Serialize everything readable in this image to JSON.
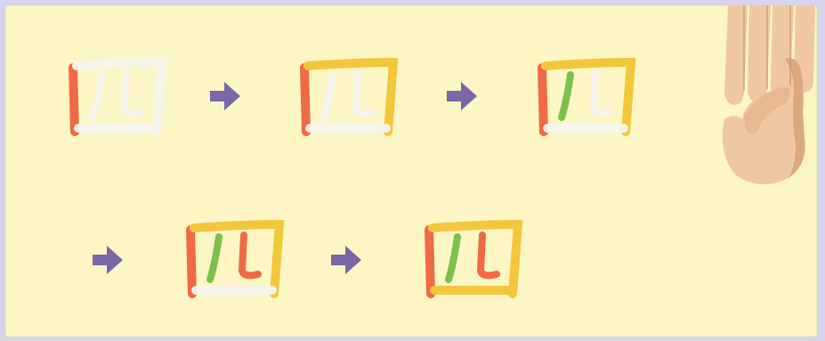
{
  "colors": {
    "background_frame": "#d8d4ea",
    "card": "#fbf6c4",
    "stroke_active_red": "#f06a45",
    "stroke_yellow": "#f3c73c",
    "stroke_green": "#7bc24a",
    "stroke_faded": "#f5f3ef",
    "arrow": "#7b67a8",
    "skin": "#f0c7a4",
    "skin_shadow": "#d9a47b"
  },
  "sequence": {
    "character": "四",
    "steps": [
      {
        "id": 1,
        "highlight": "vertical-left"
      },
      {
        "id": 2,
        "highlight": "top-right"
      },
      {
        "id": 3,
        "highlight": "left-falling"
      },
      {
        "id": 4,
        "highlight": "vertical-bend"
      },
      {
        "id": 5,
        "highlight": "bottom-horizontal"
      }
    ]
  },
  "icons": {
    "arrow": "right-arrow-icon",
    "hand": "hand-four-fingers-icon"
  }
}
